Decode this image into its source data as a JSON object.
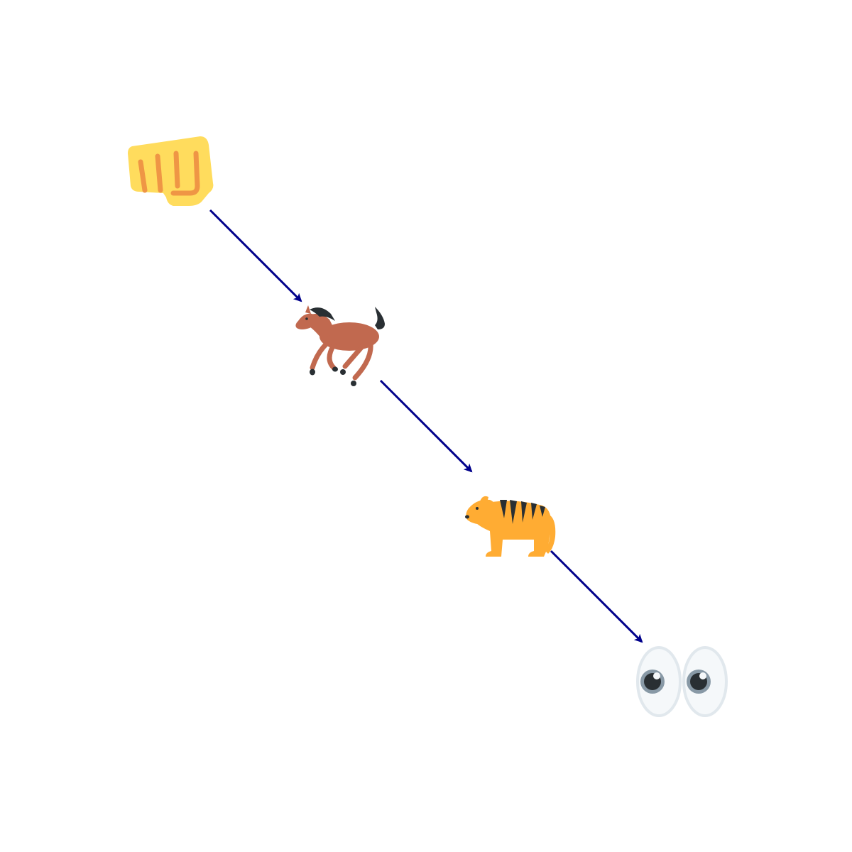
{
  "diagram": {
    "background": "#ffffff",
    "arrow_color": "#00008b",
    "nodes": [
      {
        "id": "fist",
        "icon": "oncoming-fist-icon"
      },
      {
        "id": "horse",
        "icon": "horse-racing-icon"
      },
      {
        "id": "tiger",
        "icon": "tiger-icon"
      },
      {
        "id": "eyes",
        "icon": "eyes-icon"
      }
    ],
    "edges": [
      {
        "from": "fist",
        "to": "horse"
      },
      {
        "from": "horse",
        "to": "tiger"
      },
      {
        "from": "tiger",
        "to": "eyes"
      }
    ]
  }
}
